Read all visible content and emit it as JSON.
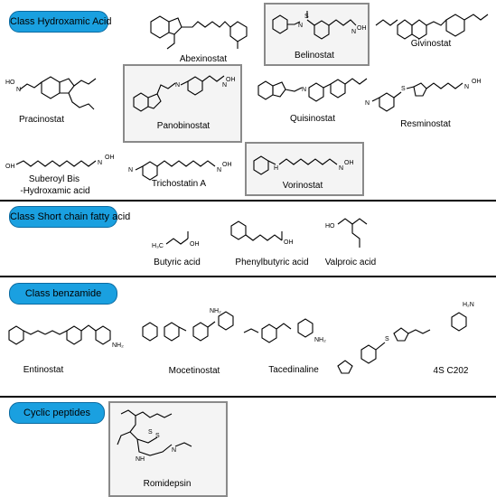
{
  "sections": [
    {
      "label": "Class Hydroxamic  Acid"
    },
    {
      "label": "Class Short chain fatty acid"
    },
    {
      "label": "Class benzamide"
    },
    {
      "label": "Cyclic peptides"
    }
  ],
  "compounds": {
    "abexinostat": "Abexinostat",
    "belinostat": "Belinostat",
    "givinostat": "Givinostat",
    "pracinostat": "Pracinostat",
    "panobinostat": "Panobinostat",
    "quisinostat": "Quisinostat",
    "resminostat": "Resminostat",
    "saha_line1": "Suberoyl Bis",
    "saha_line2": "-Hydroxamic acid",
    "trichostatin": "Trichostatin A",
    "vorinostat": "Vorinostat",
    "butyric": "Butyric acid",
    "phenylbutyric": "Phenylbutyric acid",
    "valproic": "Valproic acid",
    "entinostat": "Entinostat",
    "mocetinostat": "Mocetinostat",
    "tacedinaline": "Tacedinaline",
    "s4c202": "4S C202",
    "romidepsin": "Romidepsin"
  },
  "colors": {
    "pill": "#1aa0e0",
    "highlight_border": "#8a8a8a",
    "divider": "#000000"
  }
}
